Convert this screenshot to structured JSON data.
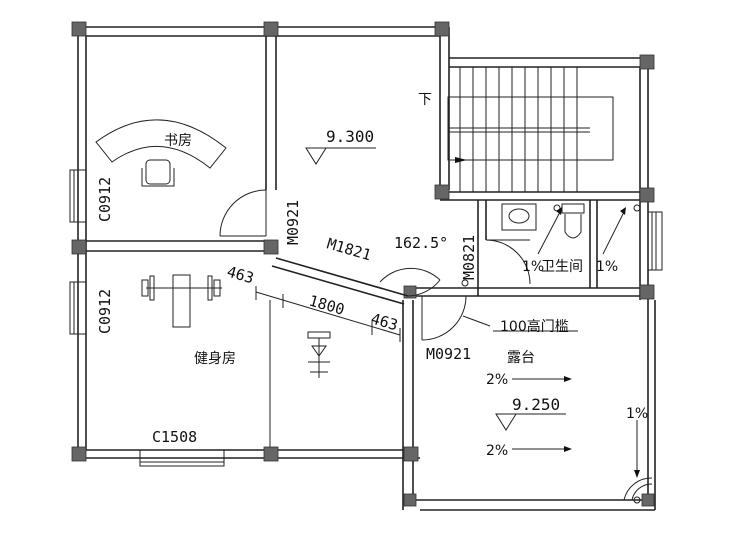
{
  "plan": {
    "rooms": {
      "study": "书房",
      "gym": "健身房",
      "bathroom": "卫生间",
      "terrace": "露台"
    },
    "windows": {
      "study_side": "C0912",
      "gym_side": "C0912",
      "gym_bottom": "C1508"
    },
    "doors": {
      "study": "M0921",
      "angled": "M1821",
      "terrace": "M0921",
      "bathroom": "M0821"
    },
    "elevations": {
      "main": "9.300",
      "terrace": "9.250"
    },
    "dimensions": {
      "left": "463",
      "middle": "1800",
      "right": "463",
      "angle": "162.5°"
    },
    "annotations": {
      "stair_down": "下",
      "threshold": "100高门槛",
      "slope_bath": "1%",
      "slope_side": "1%",
      "slope_terrace_1": "2%",
      "slope_terrace_2": "2%",
      "slope_terrace_right": "1%"
    }
  }
}
